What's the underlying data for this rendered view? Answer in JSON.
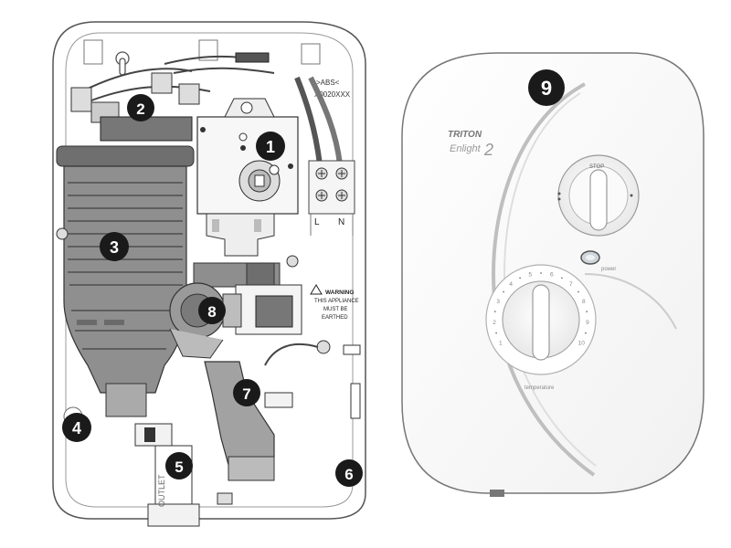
{
  "callouts": [
    {
      "id": "1",
      "label": "1"
    },
    {
      "id": "2",
      "label": "2"
    },
    {
      "id": "3",
      "label": "3"
    },
    {
      "id": "4",
      "label": "4"
    },
    {
      "id": "5",
      "label": "5"
    },
    {
      "id": "6",
      "label": "6"
    },
    {
      "id": "7",
      "label": "7"
    },
    {
      "id": "8",
      "label": "8"
    },
    {
      "id": "9",
      "label": "9"
    }
  ],
  "internal": {
    "abs_marking": ">ABS<",
    "code_marking": "X0020XXX",
    "terminal_l": "L",
    "terminal_n": "N",
    "warning_line1": "WARNING",
    "warning_line2": "THIS APPLIANCE",
    "warning_line3": "MUST BE",
    "warning_line4": "EARTHED",
    "outlet_text": "OUTLET"
  },
  "cover": {
    "brand": "TRITON",
    "model": "Enlight",
    "model_num": "2",
    "stop_label": "STOP",
    "power_label": "power",
    "temperature_label": "temperature",
    "dial_numbers": [
      "1",
      "2",
      "3",
      "4",
      "5",
      "6",
      "7",
      "8",
      "9",
      "10"
    ]
  },
  "colors": {
    "callout_fill": "#1a1a1a",
    "callout_text": "#ffffff",
    "heater_grey": "#8f8f8f",
    "line_dark": "#333333"
  }
}
